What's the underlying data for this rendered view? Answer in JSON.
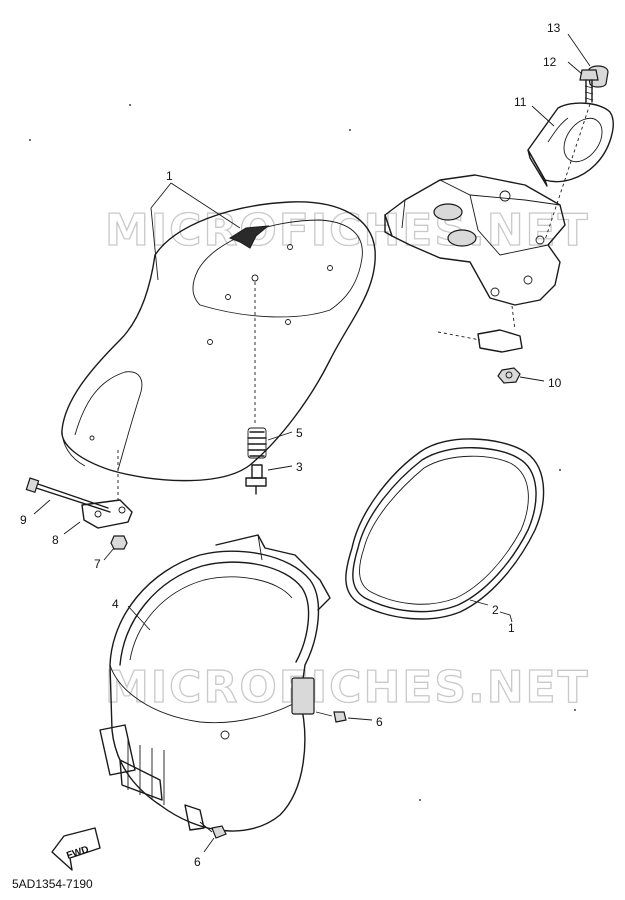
{
  "watermark": "MICROFICHES.NET",
  "diagram_code": "5AD1354-7190",
  "fwd_label": "FWD",
  "callouts": [
    "1",
    "2",
    "1",
    "3",
    "4",
    "5",
    "6",
    "6",
    "7",
    "8",
    "9",
    "10",
    "11",
    "12",
    "13"
  ]
}
